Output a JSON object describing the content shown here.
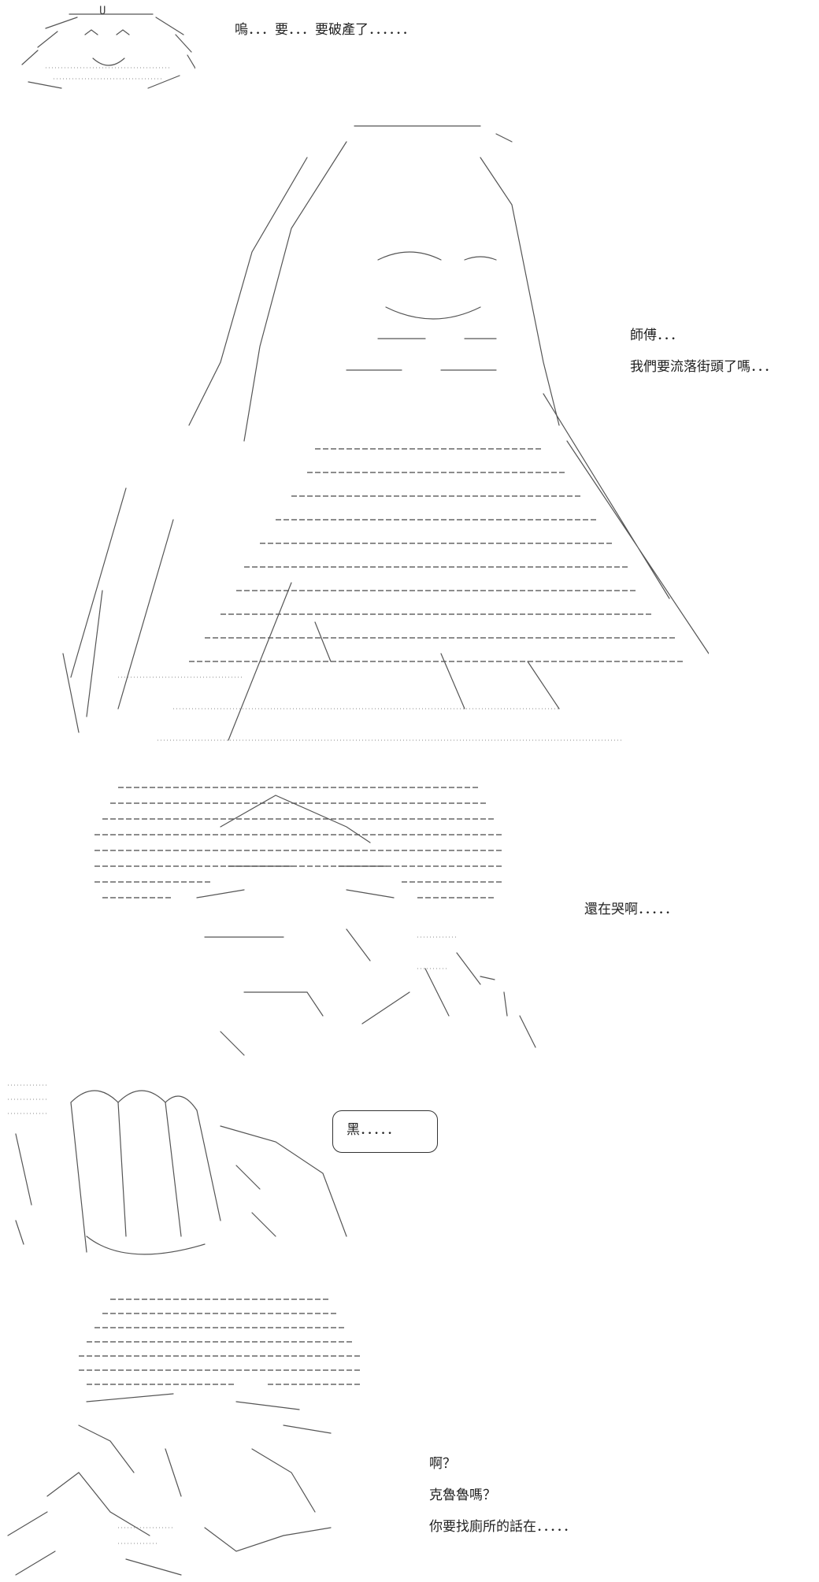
{
  "panels": [
    {
      "id": "p1",
      "lines": [
        "嗚．．．要．．．要破產了．．．．．．"
      ]
    },
    {
      "id": "p2",
      "lines": [
        "師傅．．．",
        "我們要流落街頭了嗎．．．"
      ]
    },
    {
      "id": "p3",
      "lines": [
        "還在哭啊．．．．．"
      ]
    },
    {
      "id": "p4",
      "lines": [
        "黑．．．．．"
      ]
    },
    {
      "id": "p5",
      "lines": [
        "啊？",
        "克魯魯嗎？",
        "你要找廁所的話在．．．．．"
      ]
    }
  ]
}
